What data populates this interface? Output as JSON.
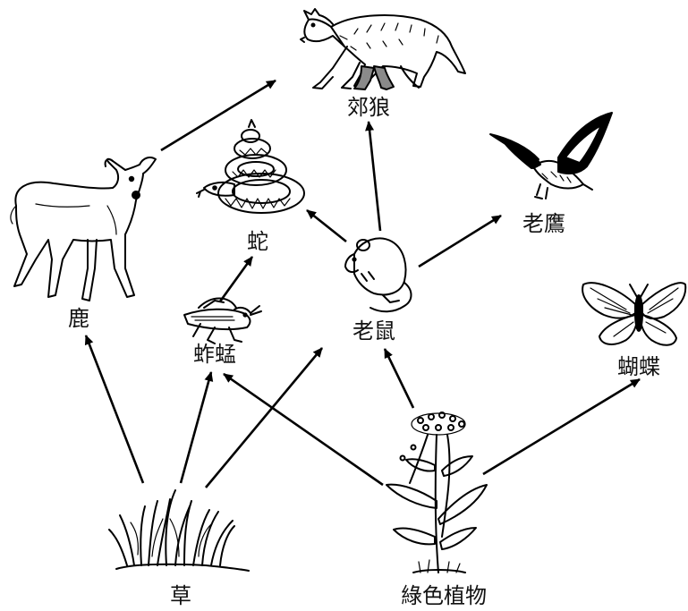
{
  "organisms": {
    "coyote": "郊狼",
    "snake": "蛇",
    "hawk": "老鷹",
    "deer": "鹿",
    "grasshopper": "蚱蜢",
    "mouse": "老鼠",
    "butterfly": "蝴蝶",
    "grass": "草",
    "plant": "綠色植物"
  }
}
